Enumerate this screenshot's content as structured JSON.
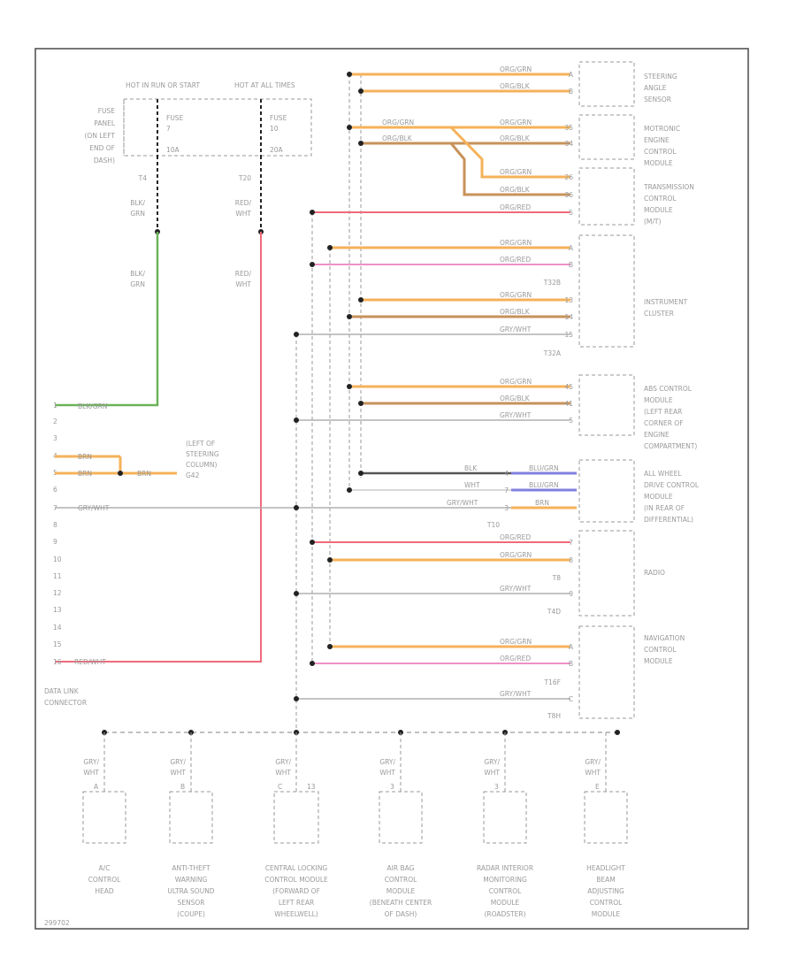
{
  "diagram": {
    "code": "299702",
    "fuses": {
      "left_label": "HOT IN RUN OR START",
      "right_label": "HOT AT ALL TIMES",
      "panel_label": [
        "FUSE",
        "PANEL",
        "(ON LEFT",
        "END OF",
        "DASH)"
      ],
      "fuse_left": [
        "FUSE",
        "7",
        "10A"
      ],
      "fuse_right": [
        "FUSE",
        "10",
        "20A"
      ],
      "pin_left": "T4",
      "pin_right": "T20",
      "wire_left": [
        "BLK/",
        "GRN"
      ],
      "wire_right": [
        "RED/",
        "WHT"
      ]
    },
    "connector": {
      "label": [
        "DATA LINK",
        "CONNECTOR"
      ],
      "pins": [
        "1",
        "2",
        "3",
        "4",
        "5",
        "6",
        "7",
        "8",
        "9",
        "10",
        "11",
        "12",
        "13",
        "14",
        "15",
        "16"
      ],
      "wire1": "BLK/GRN",
      "wire4": "BRN",
      "wire5": "BRN",
      "wire7": "GRY/WHT",
      "wire16": "RED/WHT",
      "ground_wire": "BRN",
      "ground_label": [
        "(LEFT OF",
        "STEERING",
        "COLUMN)",
        "G42"
      ]
    },
    "modules": [
      {
        "name": [
          "STEERING",
          "ANGLE",
          "SENSOR"
        ]
      },
      {
        "name": [
          "MOTRONIC",
          "ENGINE",
          "CONTROL",
          "MODULE"
        ]
      },
      {
        "name": [
          "TRANSMISSION",
          "CONTROL",
          "MODULE",
          "(M/T)"
        ]
      },
      {
        "name": [
          "INSTRUMENT",
          "CLUSTER"
        ]
      },
      {
        "name": [
          "ABS CONTROL",
          "MODULE",
          "(LEFT REAR",
          "CORNER OF",
          "ENGINE",
          "COMPARTMENT)"
        ]
      },
      {
        "name": [
          "ALL WHEEL",
          "DRIVE CONTROL",
          "MODULE",
          "(IN REAR OF",
          "DIFFERENTIAL)"
        ]
      },
      {
        "name": [
          "RADIO"
        ]
      },
      {
        "name": [
          "NAVIGATION",
          "CONTROL",
          "MODULE"
        ]
      }
    ],
    "wires": {
      "org_grn": "ORG/GRN",
      "org_blk": "ORG/BLK",
      "org_red": "ORG/RED",
      "gry_wht": "GRY/WHT",
      "blk": "BLK",
      "wht": "WHT",
      "blu_grn": "BLU/GRN",
      "blu_grn2": "BLU/GRN",
      "brn": "BRN"
    },
    "pins": {
      "p1": "A",
      "p2": "B",
      "p3": "35",
      "p4": "34",
      "p5": "26",
      "p6": "36",
      "p7": "5",
      "p8": "A",
      "p9": "B",
      "p10": "13",
      "p11": "14",
      "p12": "15",
      "p13": "45",
      "p14": "41",
      "p15": "5",
      "p16": "4",
      "p17": "7",
      "p18": "3",
      "p19": "7",
      "p20": "8",
      "p21": "9",
      "p22": "A",
      "p23": "B",
      "p24": "C"
    },
    "connectors": {
      "t32b": "T32B",
      "t32a": "T32A",
      "t10": "T10",
      "t8": "T8",
      "t4d": "T4D",
      "t16f": "T16F",
      "t8h": "T8H"
    },
    "bottom": {
      "wire": [
        "GRY/",
        "WHT"
      ],
      "modules": [
        [
          "A/C",
          "CONTROL",
          "HEAD"
        ],
        [
          "ANTI-THEFT",
          "WARNING",
          "ULTRA SOUND",
          "SENSOR",
          "(COUPE)"
        ],
        [
          "CENTRAL LOCKING",
          "CONTROL MODULE",
          "(FORWARD OF",
          "LEFT REAR",
          "WHEELWELL)"
        ],
        [
          "AIR BAG",
          "CONTROL",
          "MODULE",
          "(BENEATH CENTER",
          "OF DASH)"
        ],
        [
          "RADAR INTERIOR",
          "MONITORING",
          "CONTROL",
          "MODULE",
          "(ROADSTER)"
        ],
        [
          "HEADLIGHT",
          "BEAM",
          "ADJUSTING",
          "CONTROL",
          "MODULE"
        ]
      ],
      "pins": [
        "A",
        "B",
        "C",
        "13",
        "3",
        "E"
      ]
    },
    "colors": {
      "orange": "#f5b25a",
      "orange_dark": "#c8925a",
      "red": "#f06a7a",
      "pink": "#f090c8",
      "green": "#6bb35a",
      "blue": "#8080e0",
      "gray": "#b0b0b0"
    }
  }
}
